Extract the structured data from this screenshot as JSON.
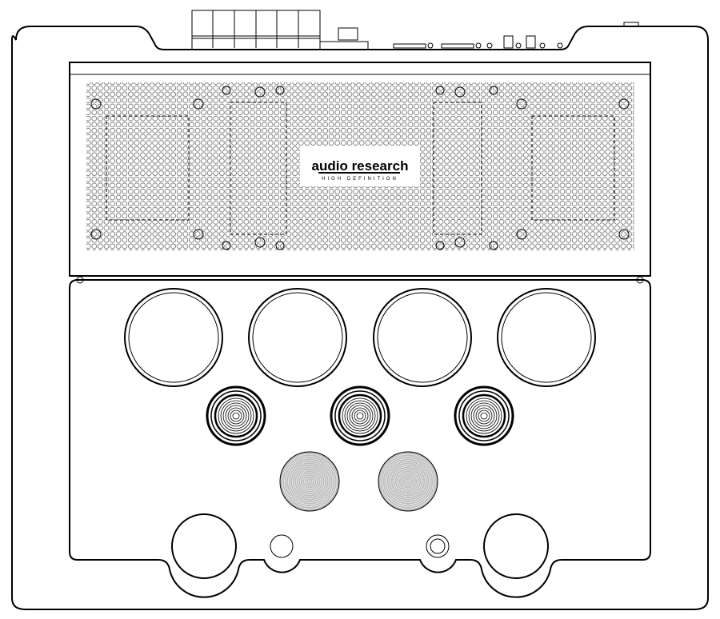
{
  "title": "Amplifier top view line drawing",
  "logo": {
    "brand": "audio research",
    "tagline": "HIGH DEFINITION"
  },
  "colors": {
    "line": "#000000",
    "background": "#ffffff",
    "gray_cap": "#bdbdbd"
  },
  "counts": {
    "power_tubes": 4,
    "small_tubes": 3,
    "capacitors": 2,
    "bottom_rings": 2,
    "bottom_small": 2
  }
}
